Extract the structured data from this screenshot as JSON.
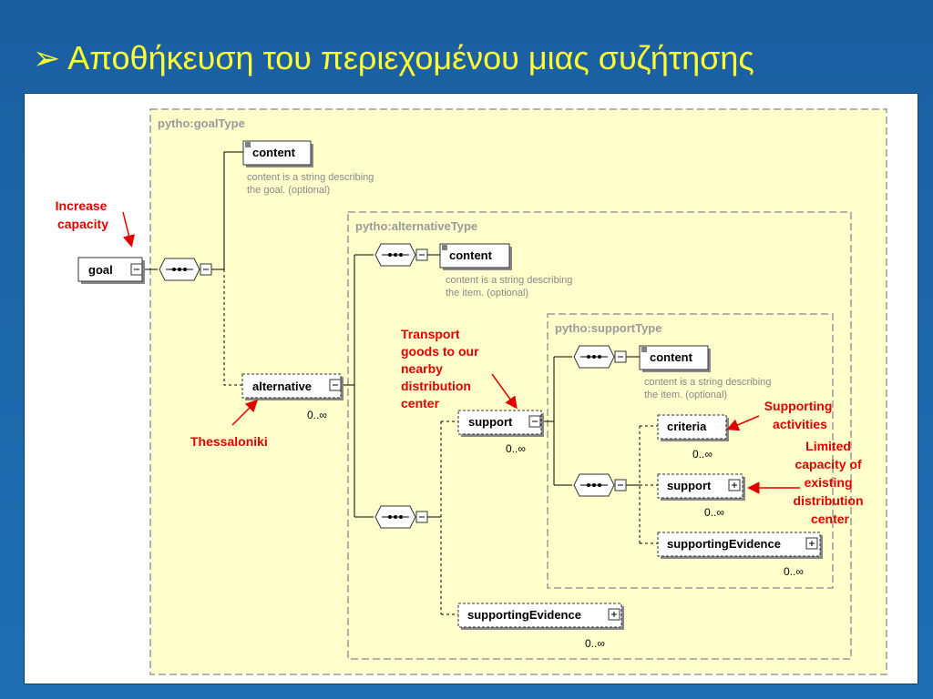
{
  "slide": {
    "title": "Αποθήκευση του περιεχομένου μιας συζήτησης",
    "bullet": "➢"
  },
  "schema": {
    "goal_type": {
      "label": "pytho:goalType",
      "content": {
        "label": "content",
        "desc_line1": "content is a string describing",
        "desc_line2": "the goal. (optional)"
      }
    },
    "goal": {
      "label": "goal"
    },
    "alternative": {
      "label": "alternative",
      "multiplicity": "0..∞"
    },
    "alternative_type": {
      "label": "pytho:alternativeType",
      "content": {
        "label": "content",
        "desc_line1": "content is a string describing",
        "desc_line2": "the item. (optional)"
      }
    },
    "support": {
      "label": "support",
      "multiplicity": "0..∞"
    },
    "supporting_evidence": {
      "label": "supportingEvidence",
      "multiplicity": "0..∞"
    },
    "support_type": {
      "label": "pytho:supportType",
      "content": {
        "label": "content",
        "desc_line1": "content is a string describing",
        "desc_line2": "the item. (optional)"
      },
      "criteria": {
        "label": "criteria",
        "multiplicity": "0..∞"
      },
      "support": {
        "label": "support",
        "multiplicity": "0..∞"
      },
      "supporting_evidence": {
        "label": "supportingEvidence",
        "multiplicity": "0..∞"
      }
    }
  },
  "annotations": {
    "increase_capacity": [
      "Increase",
      "capacity"
    ],
    "thessaloniki": [
      "Thessaloniki"
    ],
    "transport": [
      "Transport",
      "goods to our",
      "nearby",
      "distribution",
      "center"
    ],
    "supporting_activities": [
      "Supporting",
      "activities"
    ],
    "limited_capacity": [
      "Limited",
      "capacity of",
      "existing",
      "distribution",
      "center"
    ]
  },
  "colors": {
    "background": "#1f6fb4",
    "title": "#ffff33",
    "type_box_fill": "#ffffcc",
    "annotation": "#e00000"
  }
}
